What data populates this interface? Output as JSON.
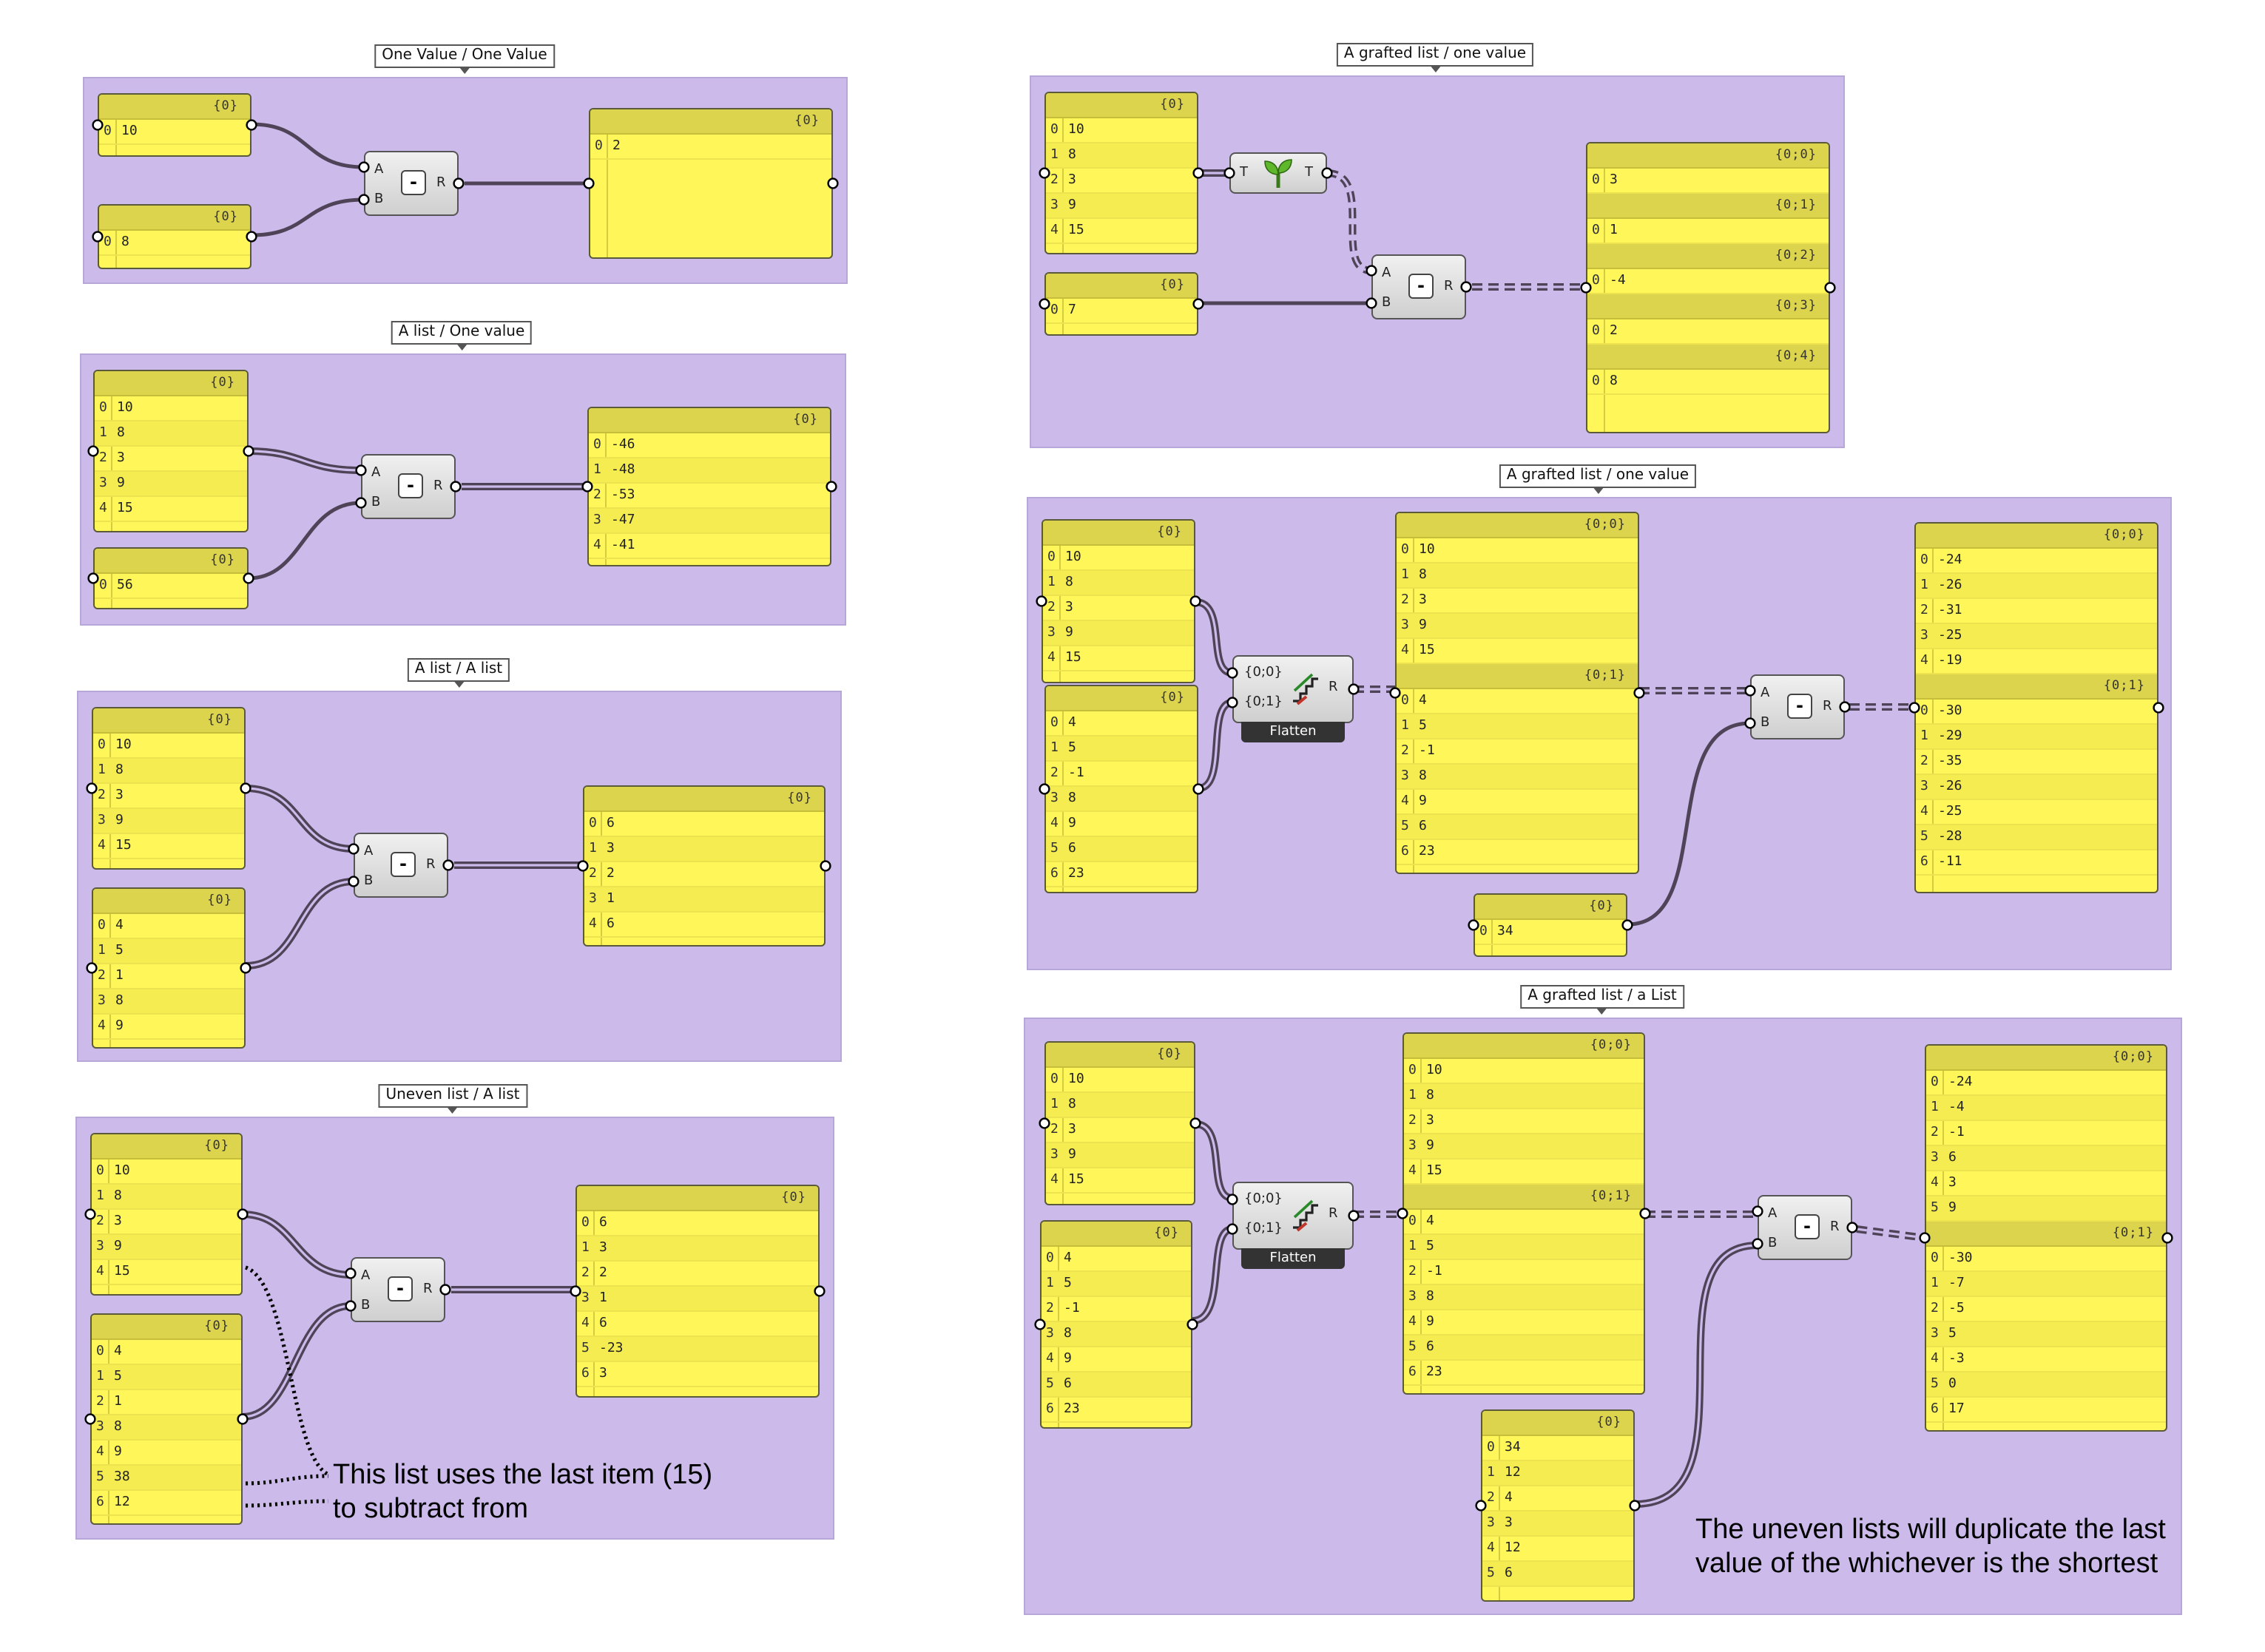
{
  "groups": [
    {
      "title": "One Value / One Value"
    },
    {
      "title": "A list / One value"
    },
    {
      "title": "A list / A list"
    },
    {
      "title": "Uneven list / A list"
    },
    {
      "title": "A grafted list / one value"
    },
    {
      "title": "A grafted list / one value"
    },
    {
      "title": "A grafted list / a List"
    }
  ],
  "panels": {
    "p1": {
      "branches": [
        {
          "path": "{0}",
          "items": [
            [
              "0",
              "10"
            ]
          ]
        }
      ]
    },
    "p2": {
      "branches": [
        {
          "path": "{0}",
          "items": [
            [
              "0",
              "8"
            ]
          ]
        }
      ]
    },
    "p3": {
      "branches": [
        {
          "path": "{0}",
          "items": [
            [
              "0",
              "2"
            ]
          ]
        }
      ]
    },
    "p4": {
      "branches": [
        {
          "path": "{0}",
          "items": [
            [
              "0",
              "10"
            ],
            [
              "1",
              "8"
            ],
            [
              "2",
              "3"
            ],
            [
              "3",
              "9"
            ],
            [
              "4",
              "15"
            ]
          ]
        }
      ]
    },
    "p5": {
      "branches": [
        {
          "path": "{0}",
          "items": [
            [
              "0",
              "56"
            ]
          ]
        }
      ]
    },
    "p6": {
      "branches": [
        {
          "path": "{0}",
          "items": [
            [
              "0",
              "-46"
            ],
            [
              "1",
              "-48"
            ],
            [
              "2",
              "-53"
            ],
            [
              "3",
              "-47"
            ],
            [
              "4",
              "-41"
            ]
          ]
        }
      ]
    },
    "p7": {
      "branches": [
        {
          "path": "{0}",
          "items": [
            [
              "0",
              "10"
            ],
            [
              "1",
              "8"
            ],
            [
              "2",
              "3"
            ],
            [
              "3",
              "9"
            ],
            [
              "4",
              "15"
            ]
          ]
        }
      ]
    },
    "p8": {
      "branches": [
        {
          "path": "{0}",
          "items": [
            [
              "0",
              "4"
            ],
            [
              "1",
              "5"
            ],
            [
              "2",
              "1"
            ],
            [
              "3",
              "8"
            ],
            [
              "4",
              "9"
            ]
          ]
        }
      ]
    },
    "p9": {
      "branches": [
        {
          "path": "{0}",
          "items": [
            [
              "0",
              "6"
            ],
            [
              "1",
              "3"
            ],
            [
              "2",
              "2"
            ],
            [
              "3",
              "1"
            ],
            [
              "4",
              "6"
            ]
          ]
        }
      ]
    },
    "p10": {
      "branches": [
        {
          "path": "{0}",
          "items": [
            [
              "0",
              "10"
            ],
            [
              "1",
              "8"
            ],
            [
              "2",
              "3"
            ],
            [
              "3",
              "9"
            ],
            [
              "4",
              "15"
            ]
          ]
        }
      ]
    },
    "p11": {
      "branches": [
        {
          "path": "{0}",
          "items": [
            [
              "0",
              "4"
            ],
            [
              "1",
              "5"
            ],
            [
              "2",
              "1"
            ],
            [
              "3",
              "8"
            ],
            [
              "4",
              "9"
            ],
            [
              "5",
              "38"
            ],
            [
              "6",
              "12"
            ]
          ]
        }
      ]
    },
    "p12": {
      "branches": [
        {
          "path": "{0}",
          "items": [
            [
              "0",
              "6"
            ],
            [
              "1",
              "3"
            ],
            [
              "2",
              "2"
            ],
            [
              "3",
              "1"
            ],
            [
              "4",
              "6"
            ],
            [
              "5",
              "-23"
            ],
            [
              "6",
              "3"
            ]
          ]
        }
      ]
    },
    "p13": {
      "branches": [
        {
          "path": "{0}",
          "items": [
            [
              "0",
              "10"
            ],
            [
              "1",
              "8"
            ],
            [
              "2",
              "3"
            ],
            [
              "3",
              "9"
            ],
            [
              "4",
              "15"
            ]
          ]
        }
      ]
    },
    "p14": {
      "branches": [
        {
          "path": "{0}",
          "items": [
            [
              "0",
              "7"
            ]
          ]
        }
      ]
    },
    "p15": {
      "branches": [
        {
          "path": "{0;0}",
          "items": [
            [
              "0",
              "3"
            ]
          ]
        },
        {
          "path": "{0;1}",
          "items": [
            [
              "0",
              "1"
            ]
          ]
        },
        {
          "path": "{0;2}",
          "items": [
            [
              "0",
              "-4"
            ]
          ]
        },
        {
          "path": "{0;3}",
          "items": [
            [
              "0",
              "2"
            ]
          ]
        },
        {
          "path": "{0;4}",
          "items": [
            [
              "0",
              "8"
            ]
          ]
        }
      ]
    },
    "p16": {
      "branches": [
        {
          "path": "{0}",
          "items": [
            [
              "0",
              "10"
            ],
            [
              "1",
              "8"
            ],
            [
              "2",
              "3"
            ],
            [
              "3",
              "9"
            ],
            [
              "4",
              "15"
            ]
          ]
        }
      ]
    },
    "p17": {
      "branches": [
        {
          "path": "{0}",
          "items": [
            [
              "0",
              "4"
            ],
            [
              "1",
              "5"
            ],
            [
              "2",
              "-1"
            ],
            [
              "3",
              "8"
            ],
            [
              "4",
              "9"
            ],
            [
              "5",
              "6"
            ],
            [
              "6",
              "23"
            ]
          ]
        }
      ]
    },
    "p18": {
      "branches": [
        {
          "path": "{0;0}",
          "items": [
            [
              "0",
              "10"
            ],
            [
              "1",
              "8"
            ],
            [
              "2",
              "3"
            ],
            [
              "3",
              "9"
            ],
            [
              "4",
              "15"
            ]
          ]
        },
        {
          "path": "{0;1}",
          "items": [
            [
              "0",
              "4"
            ],
            [
              "1",
              "5"
            ],
            [
              "2",
              "-1"
            ],
            [
              "3",
              "8"
            ],
            [
              "4",
              "9"
            ],
            [
              "5",
              "6"
            ],
            [
              "6",
              "23"
            ]
          ]
        }
      ]
    },
    "p19": {
      "branches": [
        {
          "path": "{0}",
          "items": [
            [
              "0",
              "34"
            ]
          ]
        }
      ]
    },
    "p20": {
      "branches": [
        {
          "path": "{0;0}",
          "items": [
            [
              "0",
              "-24"
            ],
            [
              "1",
              "-26"
            ],
            [
              "2",
              "-31"
            ],
            [
              "3",
              "-25"
            ],
            [
              "4",
              "-19"
            ]
          ]
        },
        {
          "path": "{0;1}",
          "items": [
            [
              "0",
              "-30"
            ],
            [
              "1",
              "-29"
            ],
            [
              "2",
              "-35"
            ],
            [
              "3",
              "-26"
            ],
            [
              "4",
              "-25"
            ],
            [
              "5",
              "-28"
            ],
            [
              "6",
              "-11"
            ]
          ]
        }
      ]
    },
    "p21": {
      "branches": [
        {
          "path": "{0}",
          "items": [
            [
              "0",
              "10"
            ],
            [
              "1",
              "8"
            ],
            [
              "2",
              "3"
            ],
            [
              "3",
              "9"
            ],
            [
              "4",
              "15"
            ]
          ]
        }
      ]
    },
    "p22": {
      "branches": [
        {
          "path": "{0}",
          "items": [
            [
              "0",
              "4"
            ],
            [
              "1",
              "5"
            ],
            [
              "2",
              "-1"
            ],
            [
              "3",
              "8"
            ],
            [
              "4",
              "9"
            ],
            [
              "5",
              "6"
            ],
            [
              "6",
              "23"
            ]
          ]
        }
      ]
    },
    "p23": {
      "branches": [
        {
          "path": "{0;0}",
          "items": [
            [
              "0",
              "10"
            ],
            [
              "1",
              "8"
            ],
            [
              "2",
              "3"
            ],
            [
              "3",
              "9"
            ],
            [
              "4",
              "15"
            ]
          ]
        },
        {
          "path": "{0;1}",
          "items": [
            [
              "0",
              "4"
            ],
            [
              "1",
              "5"
            ],
            [
              "2",
              "-1"
            ],
            [
              "3",
              "8"
            ],
            [
              "4",
              "9"
            ],
            [
              "5",
              "6"
            ],
            [
              "6",
              "23"
            ]
          ]
        }
      ]
    },
    "p24": {
      "branches": [
        {
          "path": "{0}",
          "items": [
            [
              "0",
              "34"
            ],
            [
              "1",
              "12"
            ],
            [
              "2",
              "4"
            ],
            [
              "3",
              "3"
            ],
            [
              "4",
              "12"
            ],
            [
              "5",
              "6"
            ]
          ]
        }
      ]
    },
    "p25": {
      "branches": [
        {
          "path": "{0;0}",
          "items": [
            [
              "0",
              "-24"
            ],
            [
              "1",
              "-4"
            ],
            [
              "2",
              "-1"
            ],
            [
              "3",
              "6"
            ],
            [
              "4",
              "3"
            ],
            [
              "5",
              "9"
            ]
          ]
        },
        {
          "path": "{0;1}",
          "items": [
            [
              "0",
              "-30"
            ],
            [
              "1",
              "-7"
            ],
            [
              "2",
              "-5"
            ],
            [
              "3",
              "5"
            ],
            [
              "4",
              "-3"
            ],
            [
              "5",
              "0"
            ],
            [
              "6",
              "17"
            ]
          ]
        }
      ]
    }
  },
  "components": {
    "subtract": {
      "input_a": "A",
      "input_b": "B",
      "output": "R",
      "symbol": "-"
    },
    "graft": {
      "input": "T",
      "output": "T",
      "icon": "sprout-icon"
    },
    "flatten": {
      "input_0": "{0;0}",
      "input_1": "{0;1}",
      "output": "R",
      "name": "Flatten",
      "icon": "flatten-stairs-icon"
    }
  },
  "notes": {
    "left": "This list uses the last item (15)\nto subtract from",
    "right": "The uneven lists will duplicate the last\nvalue of the whichever is the shortest"
  },
  "colors": {
    "group_bg": "#cbbaea",
    "panel_bg": "#fff75a",
    "panel_header": "#ddd44e",
    "wire": "#4f4358"
  }
}
